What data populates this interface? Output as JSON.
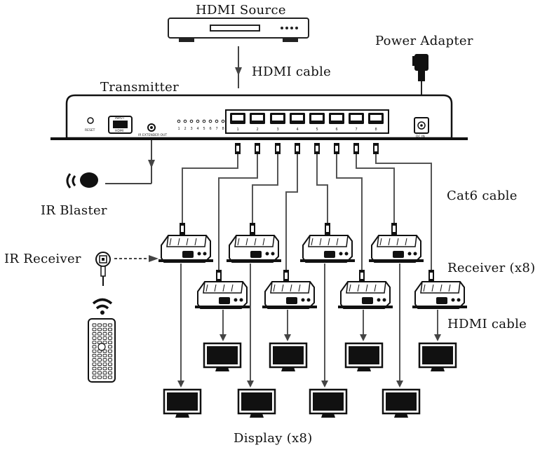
{
  "labels": {
    "hdmi_source": "HDMI Source",
    "power_adapter": "Power Adapter",
    "hdmi_cable_top": "HDMI cable",
    "transmitter": "Transmitter",
    "cat6_cable": "Cat6 cable",
    "ir_blaster": "IR Blaster",
    "ir_receiver": "IR Receiver",
    "receiver": "Receiver (x8)",
    "hdmi_cable_bottom": "HDMI cable",
    "display": "Display (x8)"
  },
  "panel": {
    "reset": "RESET",
    "input": "INPUT",
    "hdmi": "HDMI",
    "ir_extender_out": "IR EXTENDER OUT",
    "dc_in": "DC IN",
    "port_numbers": [
      "1",
      "2",
      "3",
      "4",
      "5",
      "6",
      "7",
      "8"
    ]
  },
  "colors": {
    "line": "#333333",
    "device": "#1a1a1a",
    "screen": "#111111"
  }
}
